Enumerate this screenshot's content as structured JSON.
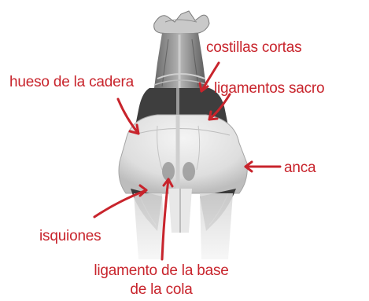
{
  "labels": {
    "costillas_cortas": "costillas cortas",
    "hueso_cadera": "hueso de la cadera",
    "ligamentos_sacro": "ligamentos sacro",
    "anca": "anca",
    "isquiones": "isquiones",
    "ligamento_base_line1": "ligamento de la base",
    "ligamento_base_line2": "de la cola"
  },
  "colors": {
    "label": "#c8242c",
    "arrow": "#c8242c",
    "cow_dark": "#3a3a3a",
    "cow_mid": "#8a8a8a",
    "cow_light": "#e6e6e6"
  }
}
